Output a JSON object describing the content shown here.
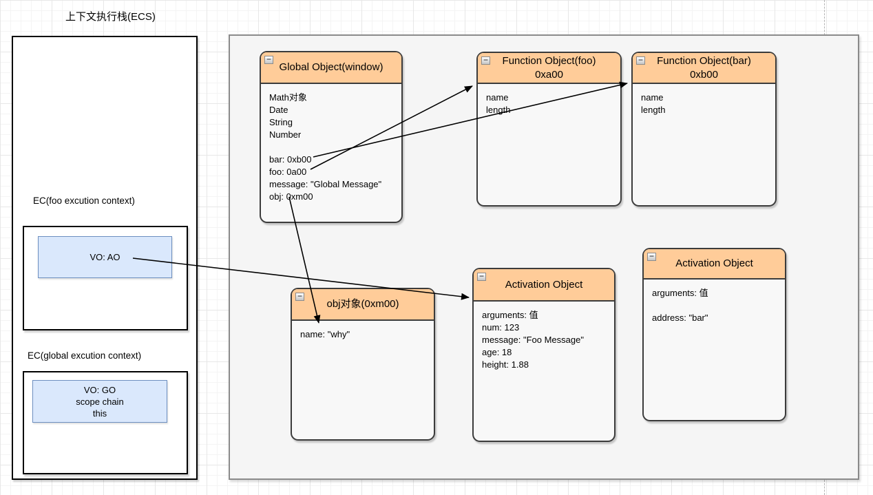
{
  "canvas": {
    "title": "上下文执行栈(ECS)"
  },
  "icons": {
    "collapse": "−"
  },
  "colors": {
    "header_fill": "#ffcc99",
    "box_border": "#3b3b3b",
    "box_body_fill": "#f8f8f8",
    "heap_fill": "#f5f5f5",
    "vo_fill": "#dae8fc",
    "vo_border": "#6c8ebf",
    "arrow": "#000000"
  },
  "ecs_panel": {
    "foo_section": {
      "label": "EC(foo excution context)",
      "vo_lines": [
        "VO: AO"
      ]
    },
    "global_section": {
      "label": "EC(global excution context)",
      "vo_lines": [
        "VO: GO",
        "scope chain",
        "this"
      ]
    }
  },
  "heap": {
    "global_object": {
      "title": "Global Object(window)",
      "lines": [
        "Math对象",
        "Date",
        "String",
        "Number",
        "",
        "bar: 0xb00",
        "foo: 0a00",
        "message: \"Global Message\"",
        "obj: 0xm00"
      ]
    },
    "function_foo": {
      "title": "Function Object(foo)",
      "subtitle": "0xa00",
      "lines": [
        "name",
        "length"
      ]
    },
    "function_bar": {
      "title": "Function Object(bar)",
      "subtitle": "0xb00",
      "lines": [
        "name",
        "length"
      ]
    },
    "obj_object": {
      "title": "obj对象(0xm00)",
      "lines": [
        "name: \"why\""
      ]
    },
    "activation_foo": {
      "title": "Activation Object",
      "lines": [
        "arguments: 值",
        "num: 123",
        "message: \"Foo Message\"",
        "age: 18",
        "height: 1.88"
      ]
    },
    "activation_bar": {
      "title": "Activation Object",
      "lines": [
        "arguments: 值",
        "",
        "address: \"bar\""
      ]
    }
  }
}
